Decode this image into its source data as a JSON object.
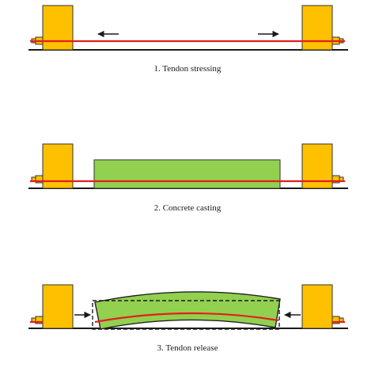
{
  "diagram": {
    "steps": [
      {
        "caption": "1. Tendon stressing"
      },
      {
        "caption": "2. Concrete casting"
      },
      {
        "caption": "3. Tendon release"
      }
    ],
    "colors": {
      "abutment": "#ffc000",
      "abutment_stroke": "#333333",
      "tendon": "#e21f1f",
      "concrete": "#92d050",
      "ground": "#1a1a1a",
      "arrow": "#1a1a1a",
      "outline_dashed": "#1a1a1a"
    }
  }
}
